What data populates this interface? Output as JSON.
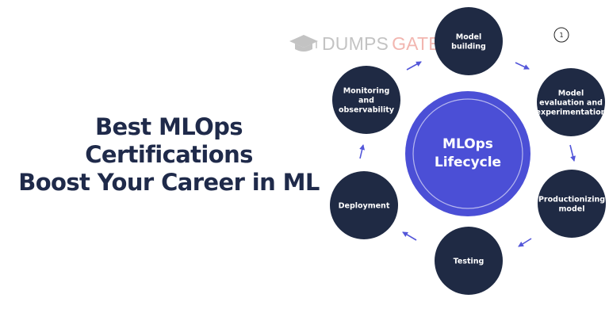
{
  "headline": {
    "line1": "Best MLOps",
    "line2": "Certifications",
    "line3": "Boost Your Career in ML"
  },
  "watermark": {
    "part1": "DUMPS",
    "part2": "GATE"
  },
  "badge": "1",
  "lifecycle": {
    "center": [
      "MLOps",
      "Lifecycle"
    ],
    "nodes": [
      {
        "id": "model-building",
        "lines": [
          "Model",
          "building"
        ]
      },
      {
        "id": "model-evaluation",
        "lines": [
          "Model",
          "evaluation and",
          "experimentation"
        ]
      },
      {
        "id": "productionizing",
        "lines": [
          "Productionizing",
          "model"
        ]
      },
      {
        "id": "testing",
        "lines": [
          "Testing"
        ]
      },
      {
        "id": "deployment",
        "lines": [
          "Deployment"
        ]
      },
      {
        "id": "monitoring",
        "lines": [
          "Monitoring",
          "and",
          "observability"
        ]
      }
    ]
  },
  "colors": {
    "node": "#1f2a44",
    "center": "#4b4fd6",
    "arrow": "#5356d9",
    "headline": "#1f2a4a"
  }
}
